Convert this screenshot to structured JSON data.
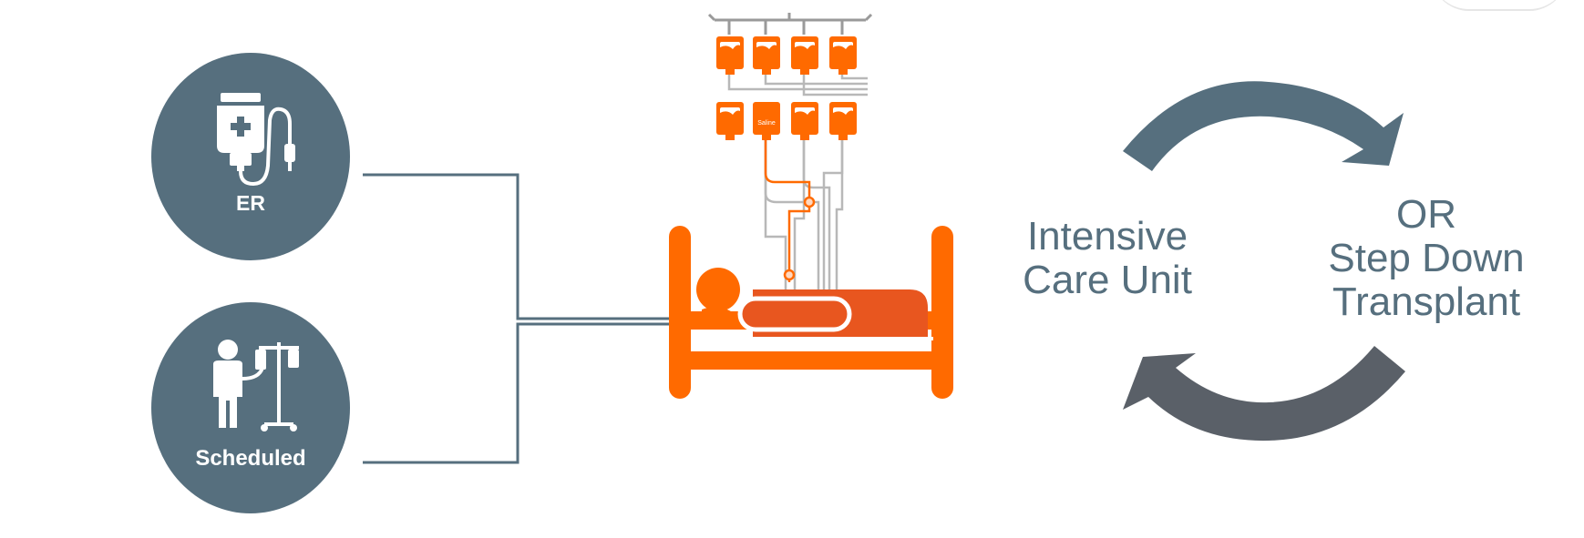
{
  "colors": {
    "slate": "#566f7e",
    "orange": "#ff6a00",
    "orange_dark": "#e8561f",
    "arrow_bottom": "#5a6068",
    "tubing": "#b8b8b8"
  },
  "sources": [
    {
      "label": "ER",
      "icon": "iv-bag-icon"
    },
    {
      "label": "Scheduled",
      "icon": "patient-iv-pole-icon"
    }
  ],
  "bed": {
    "icon": "hospital-bed-icon",
    "bag_label": "Saline"
  },
  "units": {
    "icu": [
      "Intensive",
      "Care Unit"
    ],
    "destinations": [
      "OR",
      "Step Down",
      "Transplant"
    ]
  }
}
